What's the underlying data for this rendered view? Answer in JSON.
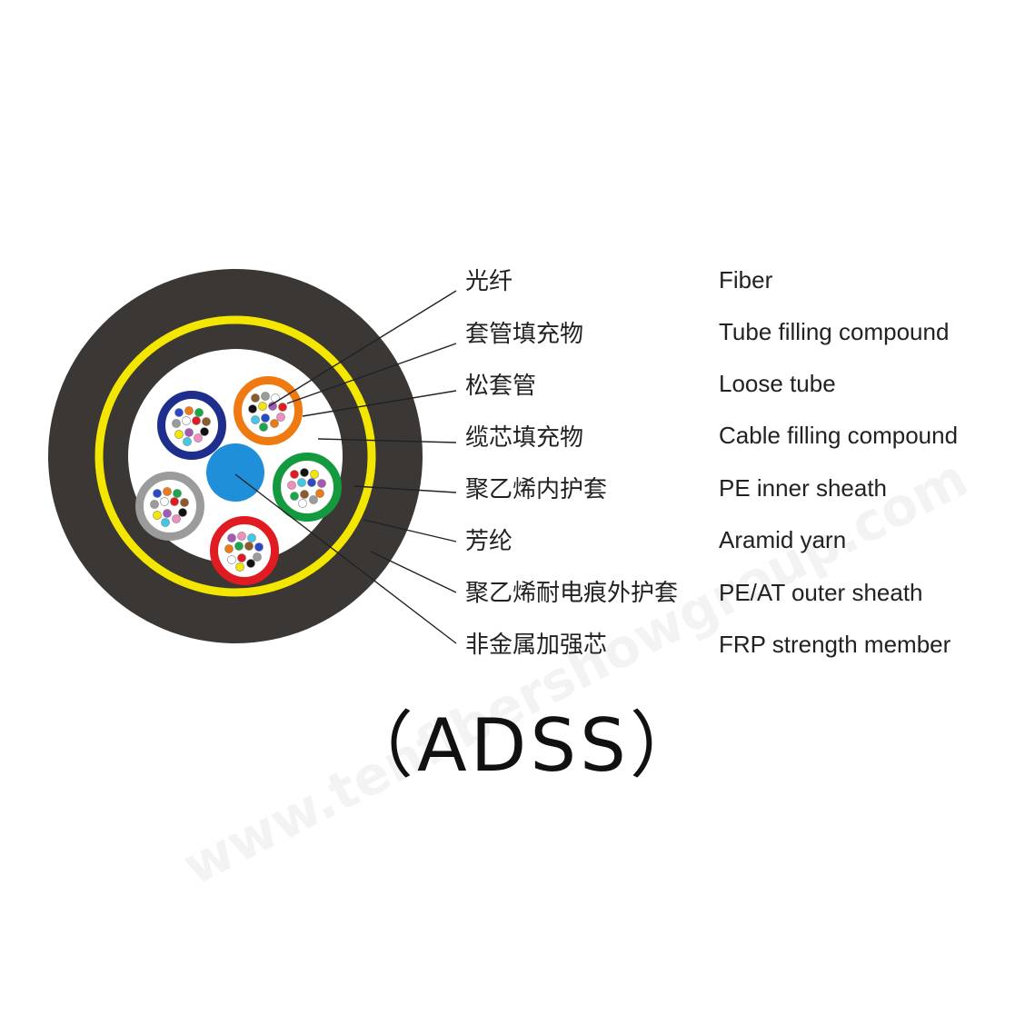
{
  "title": "（ADSS）",
  "watermark": "www.tenfibershowgroup.com",
  "colors": {
    "outer_sheath": "#3b3735",
    "aramid": "#f3e600",
    "inner_sheath": "#3b3735",
    "filling": "#ffffff",
    "frp": "#1e8fd8",
    "leader": "#222222"
  },
  "loose_tubes": [
    {
      "name": "blue",
      "color": "#1f2d8c"
    },
    {
      "name": "orange",
      "color": "#f07a12"
    },
    {
      "name": "green",
      "color": "#139a3e"
    },
    {
      "name": "red",
      "color": "#e11b22"
    },
    {
      "name": "gray",
      "color": "#9b9b9b"
    }
  ],
  "fiber_colors": [
    "#2a49c6",
    "#f07a12",
    "#18a848",
    "#8a5a2b",
    "#9b9b9b",
    "#ffffff",
    "#e11b22",
    "#111111",
    "#f3e600",
    "#a35ab5",
    "#f08fbf",
    "#40c8e6"
  ],
  "labels": [
    {
      "cn": "光纤",
      "en": "Fiber"
    },
    {
      "cn": "套管填充物",
      "en": "Tube filling compound"
    },
    {
      "cn": "松套管",
      "en": "Loose tube"
    },
    {
      "cn": "缆芯填充物",
      "en": "Cable filling compound"
    },
    {
      "cn": "聚乙烯内护套",
      "en": "PE inner sheath"
    },
    {
      "cn": "芳纶",
      "en": "Aramid yarn"
    },
    {
      "cn": "聚乙烯耐电痕外护套",
      "en": "PE/AT outer sheath"
    },
    {
      "cn": "非金属加强芯",
      "en": "FRP strength member"
    }
  ]
}
